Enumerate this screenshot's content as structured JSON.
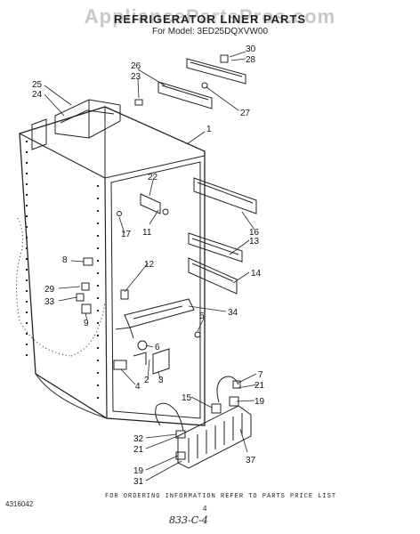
{
  "watermark": "AppliancePartsPros.com",
  "title": "REFRIGERATOR LINER PARTS",
  "model": "For Model: 3ED25DQXVW00",
  "footer_note": "FOR ORDERING INFORMATION REFER TO PARTS PRICE LIST",
  "part_number": "4316042",
  "page_number": "4",
  "handwritten_note": "833-C-4",
  "callouts": {
    "c30": "30",
    "c28": "28",
    "c26": "26",
    "c23": "23",
    "c27": "27",
    "c25": "25",
    "c24": "24",
    "c1": "1",
    "c22": "22",
    "c11": "11",
    "c17": "17",
    "c16": "16",
    "c13": "13",
    "c8": "8",
    "c12": "12",
    "c14": "14",
    "c29": "29",
    "c33": "33",
    "c9": "9",
    "c34": "34",
    "c5": "5",
    "c6": "6",
    "c2": "2",
    "c3": "3",
    "c4": "4",
    "c7": "7",
    "c21a": "21",
    "c19a": "19",
    "c15": "15",
    "c32": "32",
    "c21b": "21",
    "c37": "37",
    "c19b": "19",
    "c31": "31"
  }
}
